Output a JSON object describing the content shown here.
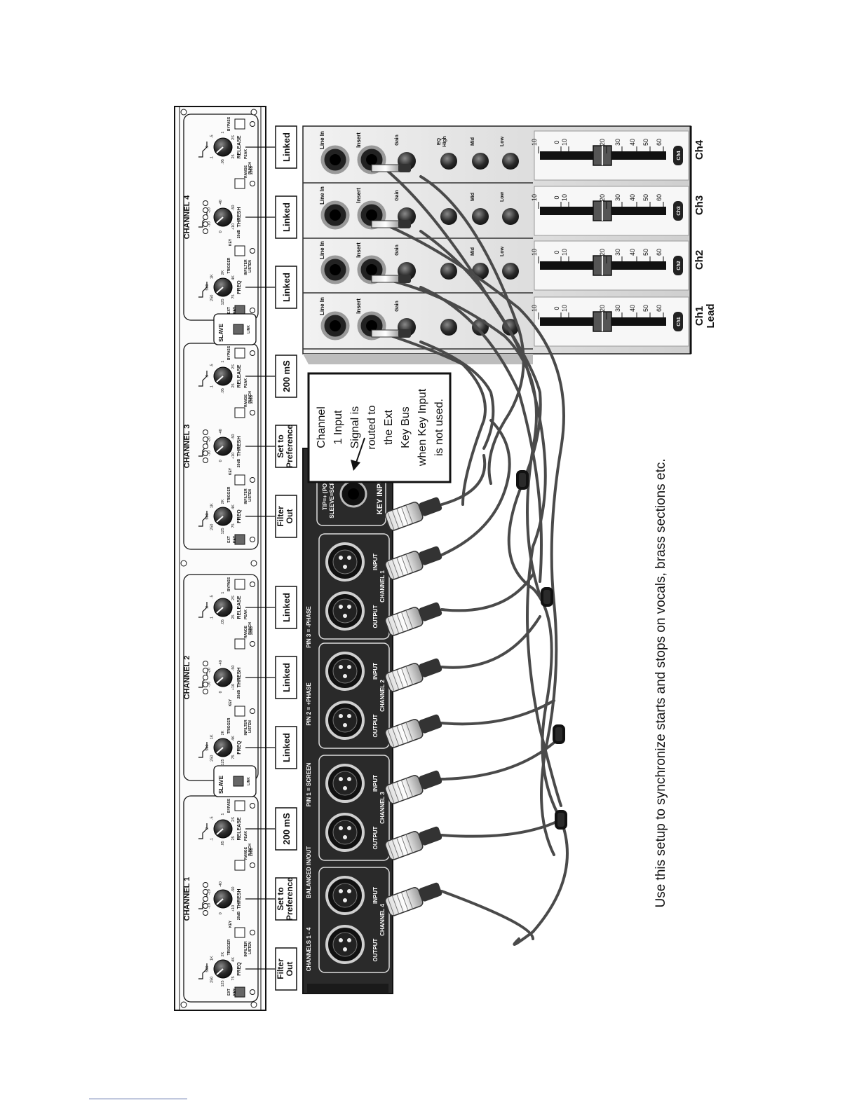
{
  "gate": {
    "channels": [
      {
        "label": "CHANNEL 1",
        "boxes": [
          "Filter Out",
          "Set to Preference",
          "200 mS"
        ]
      },
      {
        "label": "CHANNEL 2",
        "boxes": [
          "Linked",
          "Linked",
          "Linked"
        ]
      },
      {
        "label": "CHANNEL 3",
        "boxes": [
          "Filter Out",
          "Set to Preference",
          "200 mS"
        ]
      },
      {
        "label": "CHANNEL 4",
        "boxes": [
          "Linked",
          "Linked",
          "Linked"
        ]
      }
    ],
    "slave_label": "SLAVE",
    "link_label": "LINK",
    "control_labels": {
      "ext": "EXT",
      "key": "KEY",
      "trigger": "TRIGGER",
      "freq": "FREQ",
      "filter": "FILTER",
      "in": "IN",
      "key_listen": "KEY",
      "listen": "LISTEN",
      "thresh": "THRESH",
      "peak": "PEAK",
      "punch": "PUNCH",
      "range": "RANGE",
      "release": "RELEASE",
      "bypass": "BYPASS",
      "gate_db": "20dB",
      "range_db": "208B"
    },
    "freq_ticks": [
      "75",
      "125",
      "250",
      "500",
      "1K",
      "2K",
      "4K"
    ],
    "thresh_ticks": [
      "+10",
      "0",
      "-10",
      "-20",
      "-40",
      "-50"
    ],
    "release_ticks": [
      "25",
      ".05",
      ".1",
      ".2",
      ".5",
      "1",
      "2S"
    ]
  },
  "rear_panel": {
    "header_labels": [
      "CHANNELS 1 - 4",
      "BALANCED IN/OUT",
      "PIN 1 = SCREEN",
      "PIN 2 = +PHASE",
      "PIN 3 = -PHASE"
    ],
    "channels": [
      {
        "label": "CHANNEL 1",
        "input": "INPUT",
        "output": "OUTPUT"
      },
      {
        "label": "CHANNEL 2",
        "input": "INPUT",
        "output": "OUTPUT"
      },
      {
        "label": "CHANNEL 3",
        "input": "INPUT",
        "output": "OUTPUT"
      },
      {
        "label": "CHANNEL 4",
        "input": "INPUT",
        "output": "OUTPUT"
      }
    ],
    "key_input_label": "KEY INPUT",
    "key_input_note": [
      "TIP=+ (POS)",
      "SLEEVE=SCREEN"
    ]
  },
  "callout": {
    "lines": [
      "Channel",
      "1 Input",
      "Signal is",
      "routed to",
      "the Ext",
      "Key Bus",
      "when Key Input",
      "is not used."
    ]
  },
  "mixer": {
    "strips": [
      {
        "label": "Ch1",
        "sublabel": "Lead",
        "badge": "Ch1"
      },
      {
        "label": "Ch2",
        "sublabel": "",
        "badge": "Ch2"
      },
      {
        "label": "Ch3",
        "sublabel": "",
        "badge": "Ch3"
      },
      {
        "label": "Ch4",
        "sublabel": "",
        "badge": "Ch4"
      }
    ],
    "line_in_label": "Line In",
    "insert_label": "Insert",
    "gain_label": "Gain",
    "eq_label": "EQ",
    "high_label": "High",
    "mid_label": "Mid",
    "low_label": "Low",
    "scale": [
      "10",
      "0",
      "10",
      "20",
      "30",
      "40",
      "50",
      "60"
    ]
  },
  "caption": "Use this setup to synchronize starts and stops on vocals, brass sections etc.",
  "colors": {
    "ink": "#111111",
    "panel_dark": "#262626",
    "panel_light": "#f4f4f4",
    "cable": "#4a4a4a",
    "mixer": "#e6e6e6"
  }
}
